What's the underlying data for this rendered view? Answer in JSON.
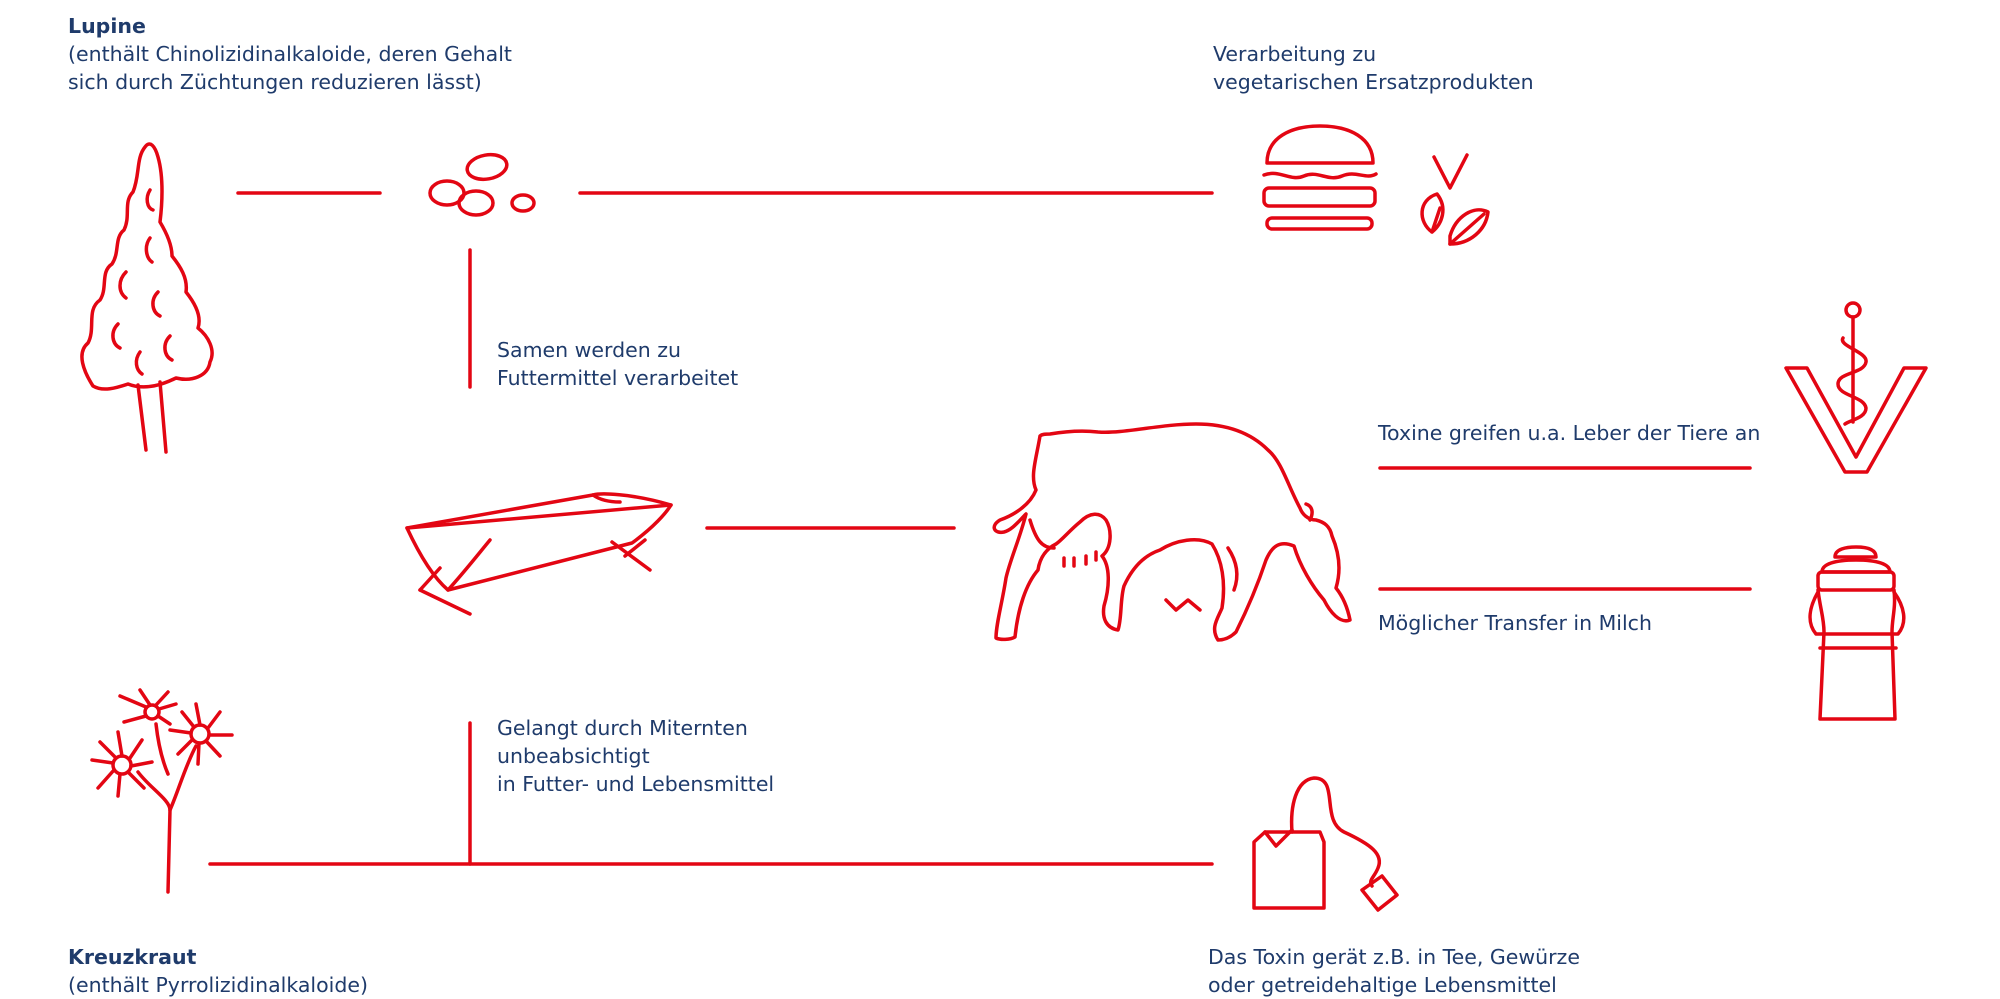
{
  "colors": {
    "accent": "#e30613",
    "text": "#1f3b6b",
    "background": "#ffffff"
  },
  "lupine": {
    "title": "Lupine",
    "desc": "(enthält Chinolizidinalkaloide, deren Gehalt\nsich durch Züchtungen reduzieren lässt)"
  },
  "processing": {
    "text": "Verarbeitung zu\nvegetarischen Ersatzprodukten"
  },
  "feed": {
    "text": "Samen werden zu\nFuttermittel verarbeitet"
  },
  "toxin_liver": {
    "text": "Toxine greifen u.a. Leber der Tiere an"
  },
  "milk": {
    "text": "Möglicher Transfer in Milch"
  },
  "harvest": {
    "text": "Gelangt durch Miternten\nunbeabsichtigt\nin Futter- und Lebensmittel"
  },
  "kreuzkraut": {
    "title": "Kreuzkraut",
    "desc": "(enthält Pyrrolizidinalkaloide)"
  },
  "tea": {
    "text": "Das Toxin gerät z.B. in Tee, Gewürze\noder getreidehaltige Lebensmittel"
  },
  "icons": [
    "lupine-plant-icon",
    "seeds-icon",
    "burger-icon",
    "vegan-leaf-icon",
    "feeding-trough-icon",
    "cow-icon",
    "veterinary-icon",
    "milk-can-icon",
    "ragwort-flower-icon",
    "tea-bag-icon"
  ]
}
